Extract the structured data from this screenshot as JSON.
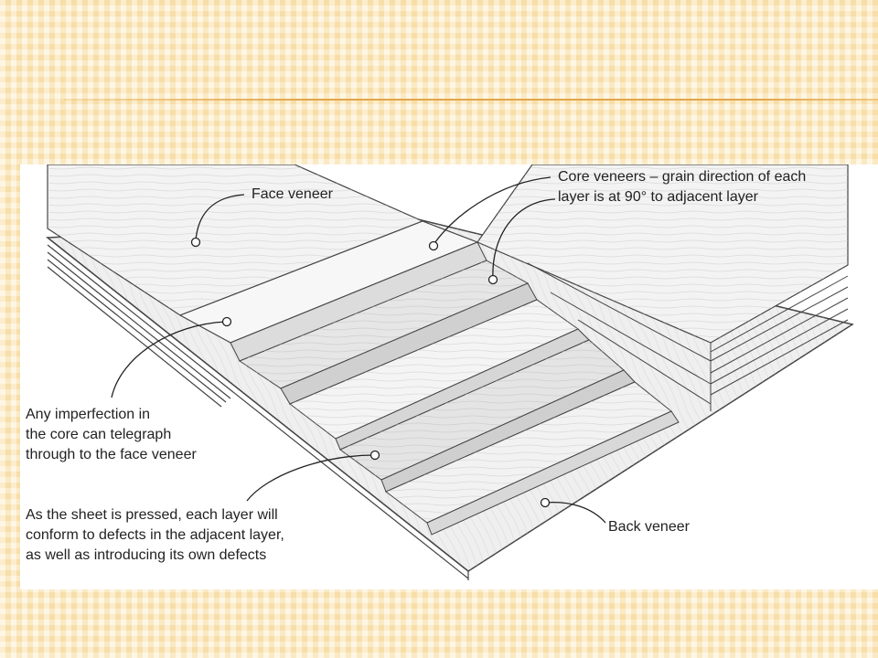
{
  "labels": {
    "face_veneer": "Face veneer",
    "core_veneers": [
      "Core veneers – grain direction of each",
      "layer is at 90° to adjacent layer"
    ],
    "imperfection": [
      "Any imperfection in",
      "the core can telegraph",
      "through to the face veneer"
    ],
    "pressed": [
      "As the sheet is pressed, each layer will",
      "conform to defects in the adjacent layer,",
      "as well as introducing its own defects"
    ],
    "back_veneer": "Back veneer"
  },
  "colors": {
    "background": "#fbe9bf",
    "accent_rule": "#e2a54a",
    "panel": "#ffffff",
    "ink": "#222222"
  }
}
